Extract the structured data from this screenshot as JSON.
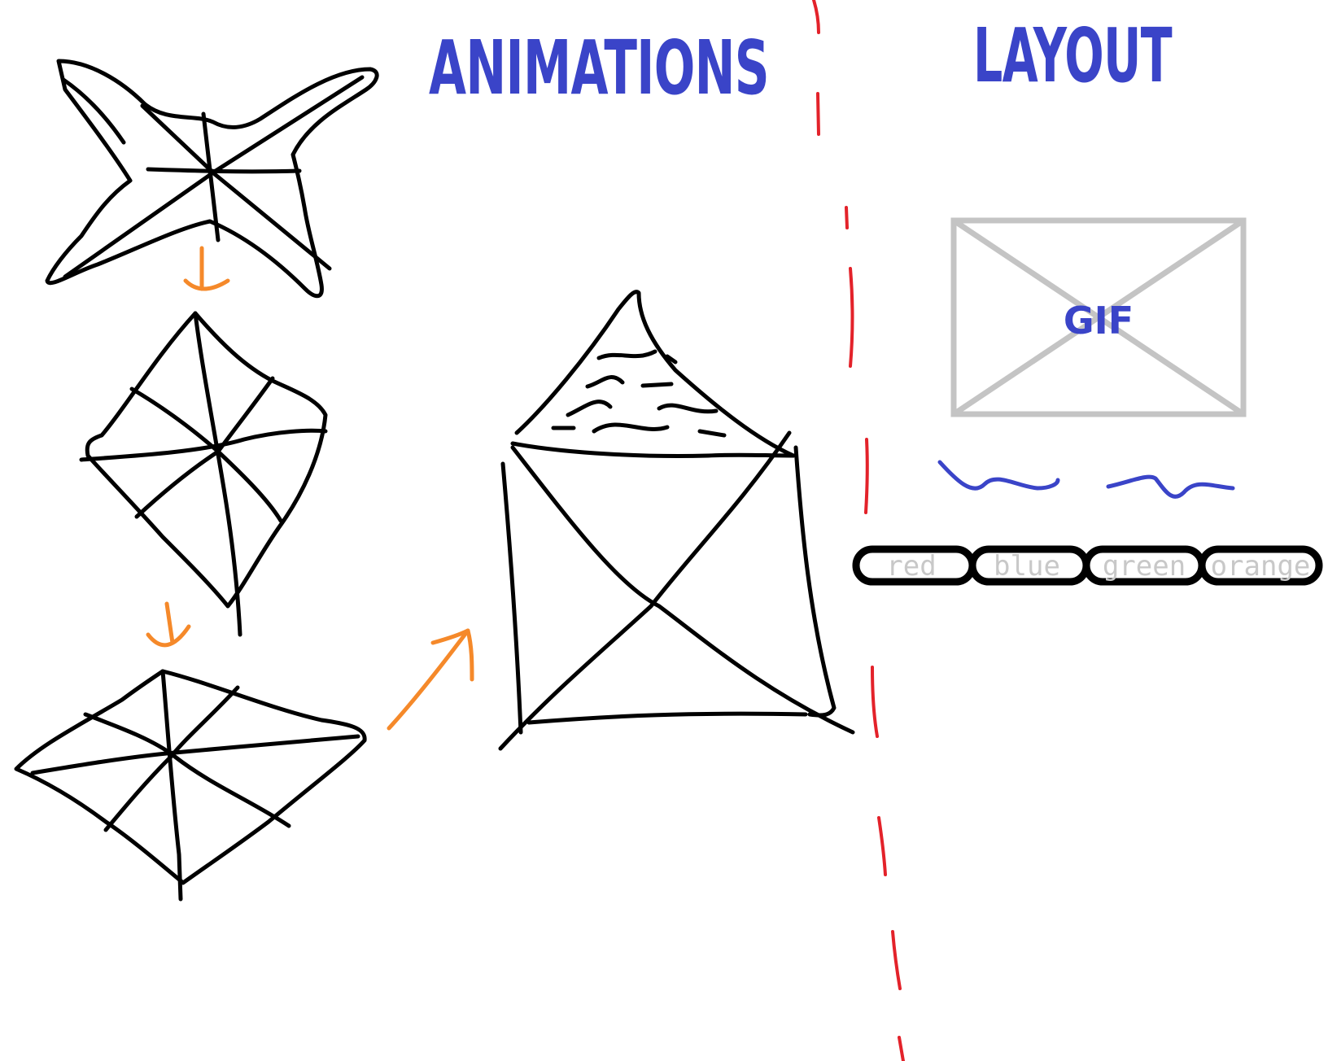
{
  "headings": {
    "animations": "ANIMATIONS",
    "layout": "LAYOUT"
  },
  "gif_placeholder": {
    "label": "GIF"
  },
  "color_options": [
    {
      "label": "red"
    },
    {
      "label": "blue"
    },
    {
      "label": "green"
    },
    {
      "label": "orange"
    }
  ],
  "colors": {
    "heading": "#3a44c8",
    "arrows": "#f5892a",
    "divider": "#e3222a",
    "sketch": "#000000",
    "placeholder": "#c4c4c4",
    "pill_text": "#c8c8c8"
  }
}
